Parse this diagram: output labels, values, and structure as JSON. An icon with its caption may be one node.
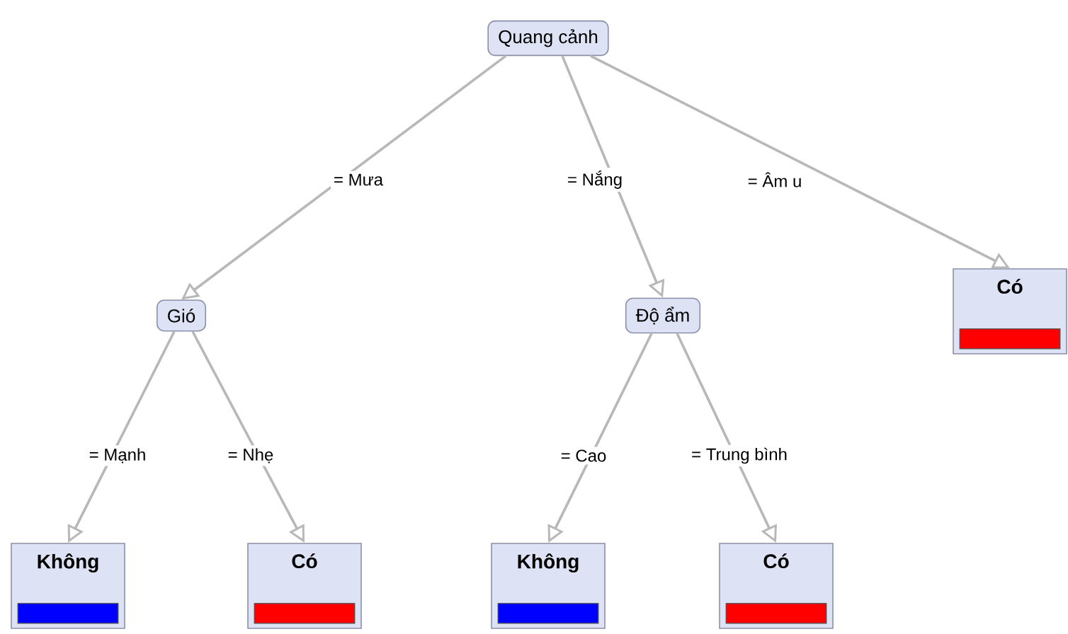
{
  "diagram": {
    "nodes": [
      {
        "text": [
          "Quang cảnh"
        ]
      },
      {
        "text": [
          "Gió"
        ]
      },
      {
        "text": [
          "Độ ẩm"
        ]
      },
      {
        "text": [
          "Có"
        ]
      },
      {
        "text": [
          "Không"
        ]
      },
      {
        "text": [
          "Có"
        ]
      },
      {
        "text": [
          "Không"
        ]
      },
      {
        "text": [
          "Có"
        ]
      }
    ],
    "edges": [
      {
        "from": 0,
        "to": 1,
        "arrow": "to",
        "label": "= Mưa"
      },
      {
        "from": 0,
        "to": 2,
        "arrow": "to",
        "label": "= Nắng"
      },
      {
        "from": 0,
        "to": 3,
        "arrow": "to",
        "label": "= Âm u"
      },
      {
        "from": 1,
        "to": 4,
        "arrow": "to",
        "label": "= Mạnh"
      },
      {
        "from": 1,
        "to": 5,
        "arrow": "to",
        "label": "= Nhẹ"
      },
      {
        "from": 2,
        "to": 6,
        "arrow": "to",
        "label": "= Cao"
      },
      {
        "from": 2,
        "to": 7,
        "arrow": "to",
        "label": "= Trung bình"
      }
    ]
  }
}
